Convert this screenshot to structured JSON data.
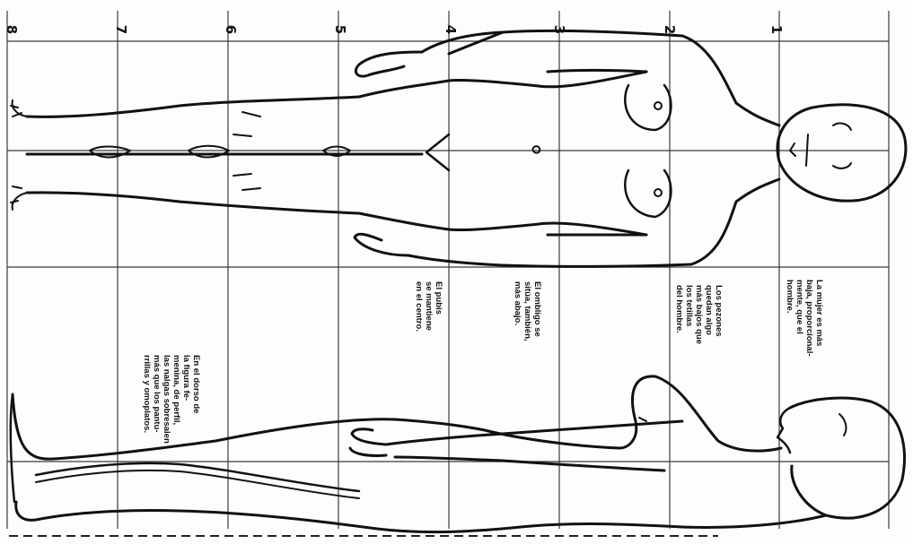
{
  "grid_numbers": [
    "1",
    "2",
    "3",
    "4",
    "5",
    "6",
    "7",
    "8"
  ],
  "notes": {
    "mujer": "La mujer es más\nbaja, proporcional-\nmente, que el\nhombre.",
    "pezones": "Los pezones\nquedan algo\nmás bajos que\nlos tetillas\ndel hombre.",
    "ombligo": "El ombligo se\nsitúa, también,\nmás abajo.",
    "pubis": "El pubis\nse mantiene\nen el centro.",
    "dorso": "En el dorso de\nla figura fe-\nmenina, de perfil,\nlas nalgas sobresalen\nmás que los pantu-\nrrillas y omoplatos."
  },
  "colors": {
    "ink": "#111111",
    "paper": "#fdfdfb",
    "grid": "#3a3a3a"
  }
}
